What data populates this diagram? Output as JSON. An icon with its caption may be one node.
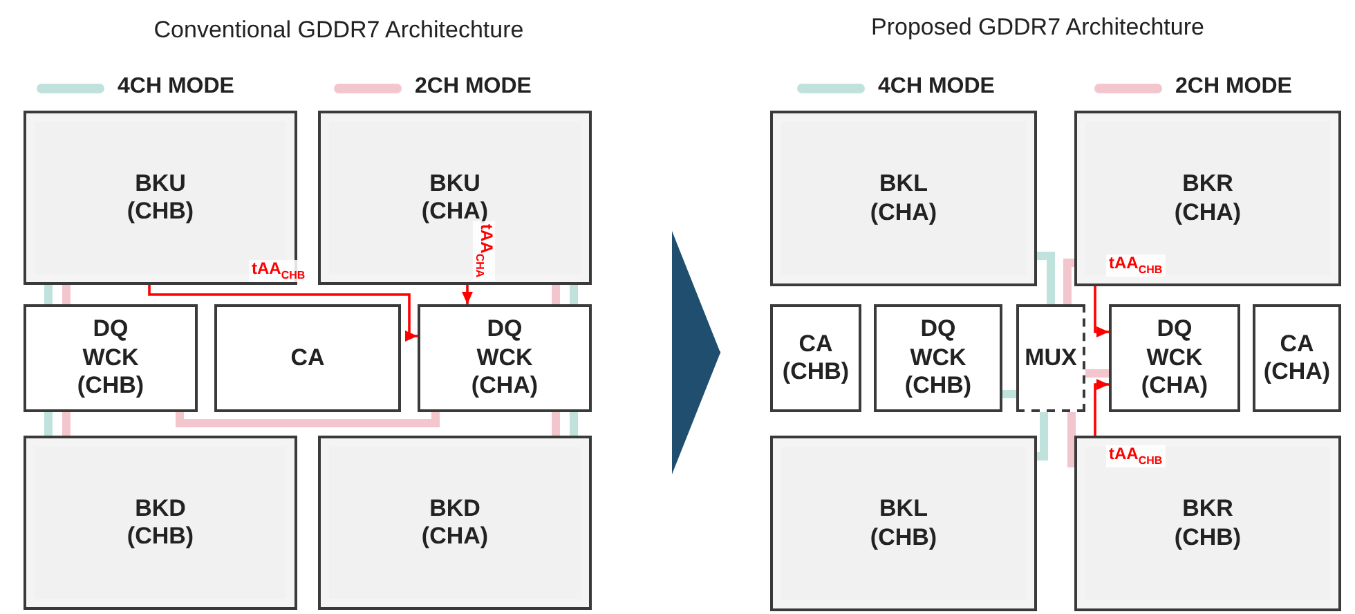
{
  "diagram": {
    "nodes": [
      {
        "text": [
          "Conventional GDDR7 Architechture"
        ]
      },
      {
        "text": [
          "BKU (CHB)"
        ],
        "in": 0
      },
      {
        "text": [
          "BKU (CHA)"
        ],
        "in": 0
      },
      {
        "text": [
          "DQ WCK (CHB)"
        ],
        "in": 0
      },
      {
        "text": [
          "CA"
        ],
        "in": 0
      },
      {
        "text": [
          "DQ WCK (CHA)"
        ],
        "in": 0
      },
      {
        "text": [
          "BKD (CHB)"
        ],
        "in": 0
      },
      {
        "text": [
          "BKD (CHA)"
        ],
        "in": 0
      },
      {
        "text": [
          "Proposed GDDR7 Architechture"
        ]
      },
      {
        "text": [
          "BKL (CHA)"
        ],
        "in": 8
      },
      {
        "text": [
          "BKR (CHA)"
        ],
        "in": 8
      },
      {
        "text": [
          "CA (CHB)"
        ],
        "in": 8
      },
      {
        "text": [
          "DQ WCK (CHB)"
        ],
        "in": 8
      },
      {
        "text": [
          "MUX"
        ],
        "in": 8
      },
      {
        "text": [
          "DQ WCK (CHA)"
        ],
        "in": 8
      },
      {
        "text": [
          "CA (CHA)"
        ],
        "in": 8
      },
      {
        "text": [
          "BKL (CHB)"
        ],
        "in": 8
      },
      {
        "text": [
          "BKR (CHB)"
        ],
        "in": 8
      }
    ],
    "edges": [
      {
        "from": 0,
        "to": 8,
        "arrow": "to",
        "color": "#1f4e6e"
      },
      {
        "from": 1,
        "to": 5,
        "arrow": "to",
        "label": "tAA$_{CHB}$",
        "color": "#ff0000"
      },
      {
        "from": 2,
        "to": 5,
        "arrow": "to",
        "label": "tAA$_{CHA}$",
        "color": "#ff0000"
      },
      {
        "from": 1,
        "to": 3,
        "arrow": "none"
      },
      {
        "from": 3,
        "to": 6,
        "arrow": "none"
      },
      {
        "from": 1,
        "to": 3,
        "arrow": "none",
        "color": "#f3c6cd"
      },
      {
        "from": 3,
        "to": 6,
        "arrow": "none",
        "color": "#f3c6cd"
      },
      {
        "from": 3,
        "to": 5,
        "arrow": "none",
        "color": "#f3c6cd"
      },
      {
        "from": 2,
        "to": 5,
        "arrow": "none"
      },
      {
        "from": 5,
        "to": 7,
        "arrow": "none"
      },
      {
        "from": 2,
        "to": 5,
        "arrow": "none",
        "color": "#f3c6cd"
      },
      {
        "from": 5,
        "to": 7,
        "arrow": "none",
        "color": "#f3c6cd"
      },
      {
        "from": 9,
        "to": 13,
        "arrow": "none"
      },
      {
        "from": 10,
        "to": 13,
        "arrow": "none",
        "color": "#f3c6cd"
      },
      {
        "from": 16,
        "to": 13,
        "arrow": "none"
      },
      {
        "from": 17,
        "to": 13,
        "arrow": "none",
        "color": "#f3c6cd"
      },
      {
        "from": 12,
        "to": 13,
        "arrow": "none"
      },
      {
        "from": 13,
        "to": 14,
        "arrow": "none",
        "color": "#f3c6cd"
      },
      {
        "from": 10,
        "to": 14,
        "arrow": "to",
        "label": "tAA$_{CHB}$",
        "color": "#ff0000"
      },
      {
        "from": 17,
        "to": 14,
        "arrow": "to",
        "label": "tAA$_{CHB}$",
        "color": "#ff0000"
      }
    ],
    "legend": [
      {
        "text": "4CH MODE"
      },
      {
        "text": "2CH MODE"
      },
      {
        "text": "4CH MODE"
      },
      {
        "text": "2CH MODE"
      }
    ]
  }
}
